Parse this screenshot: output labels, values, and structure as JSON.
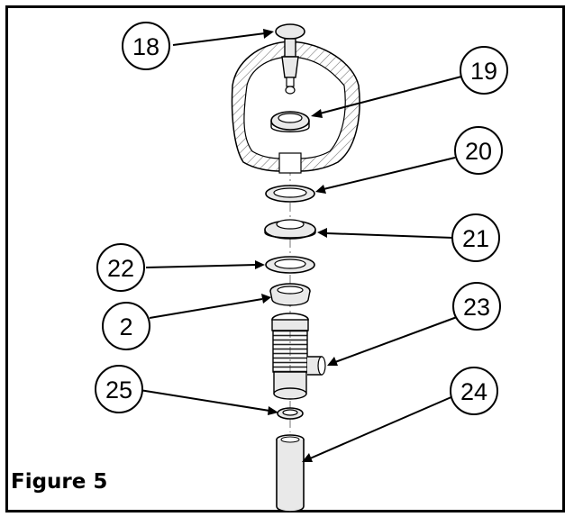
{
  "figure": {
    "label": "Figure 5"
  },
  "callouts": [
    "18",
    "19",
    "20",
    "21",
    "22",
    "2",
    "23",
    "25",
    "24"
  ],
  "colors": {
    "line": "#000000",
    "part_fill": "#e9e9e9",
    "hatch": "#777777",
    "background": "#ffffff"
  }
}
